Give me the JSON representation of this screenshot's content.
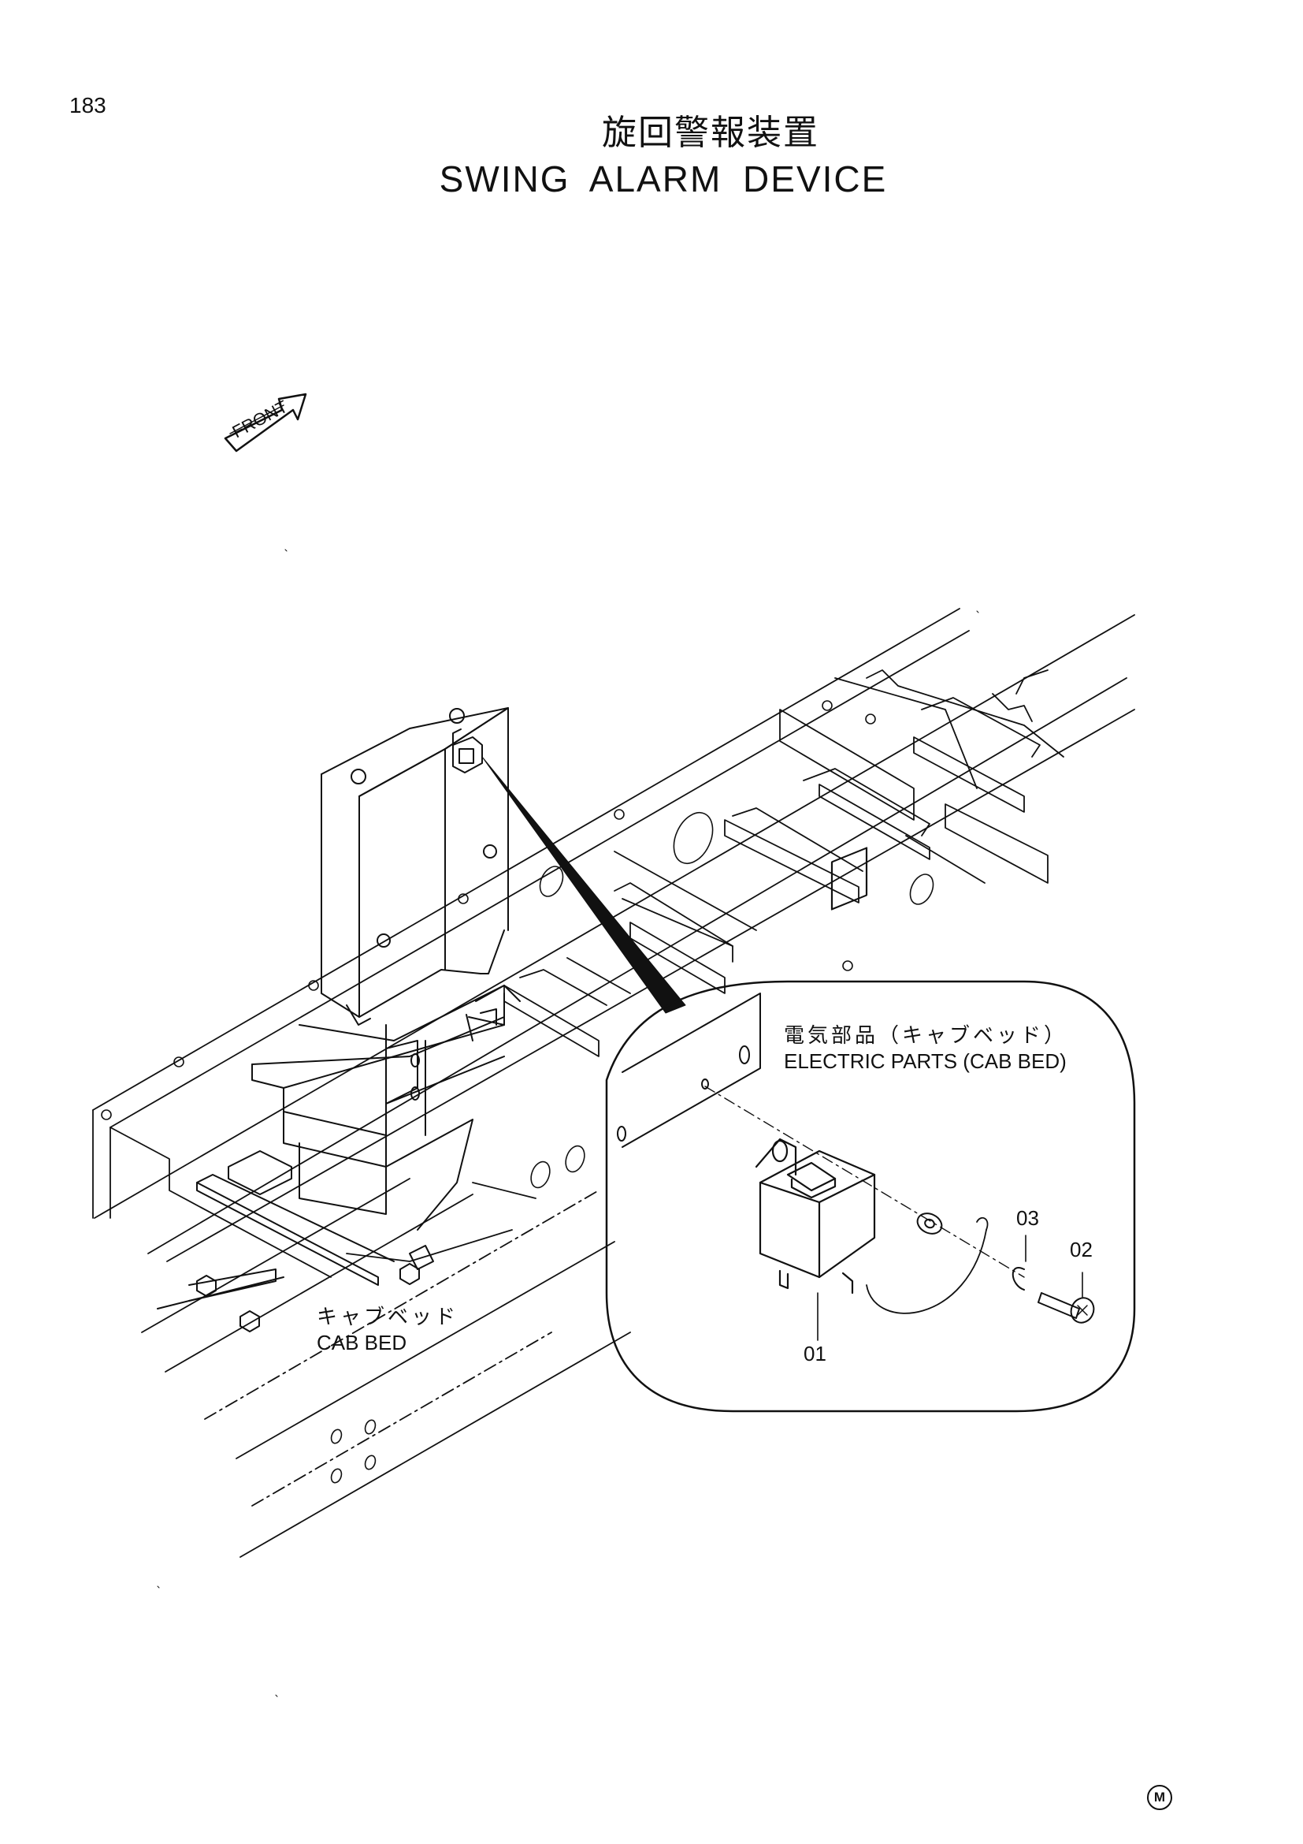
{
  "page_number": "183",
  "title": {
    "japanese": "旋回警報装置",
    "english": "SWING ALARM DEVICE"
  },
  "front_marker": "FRONT",
  "labels": {
    "cab_bed": {
      "japanese": "キャブベッド",
      "english": "CAB BED"
    },
    "detail": {
      "japanese": "電気部品（キャブベッド）",
      "english": "ELECTRIC PARTS (CAB BED)"
    }
  },
  "callouts": [
    "01",
    "02",
    "03"
  ],
  "corner_mark": "M"
}
